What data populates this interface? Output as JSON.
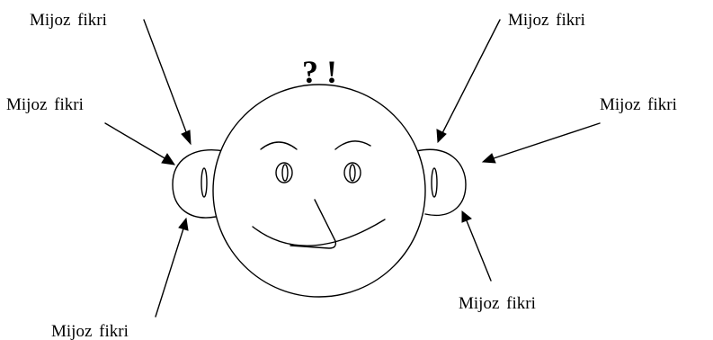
{
  "diagram": {
    "head_marks": "? !",
    "callouts": [
      {
        "id": "top-left",
        "label": "Mijoz fikri"
      },
      {
        "id": "mid-left",
        "label": "Mijoz fikri"
      },
      {
        "id": "bottom-left",
        "label": "Mijoz fikri"
      },
      {
        "id": "top-right",
        "label": "Mijoz fikri"
      },
      {
        "id": "mid-right",
        "label": "Mijoz fikri"
      },
      {
        "id": "bottom-right",
        "label": "Mijoz fikri"
      }
    ]
  }
}
